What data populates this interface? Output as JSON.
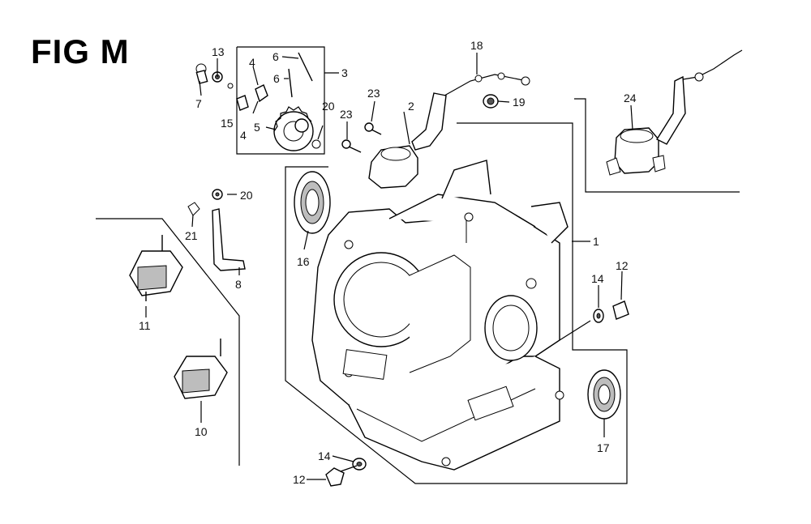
{
  "figure": {
    "title": "FIG M"
  },
  "callouts": [
    {
      "id": "c1",
      "text": "1"
    },
    {
      "id": "c2",
      "text": "2"
    },
    {
      "id": "c3",
      "text": "3"
    },
    {
      "id": "c4a",
      "text": "4"
    },
    {
      "id": "c4b",
      "text": "4"
    },
    {
      "id": "c5",
      "text": "5"
    },
    {
      "id": "c6a",
      "text": "6"
    },
    {
      "id": "c6b",
      "text": "6"
    },
    {
      "id": "c7",
      "text": "7"
    },
    {
      "id": "c8",
      "text": "8"
    },
    {
      "id": "c10",
      "text": "10"
    },
    {
      "id": "c11",
      "text": "11"
    },
    {
      "id": "c12a",
      "text": "12"
    },
    {
      "id": "c12b",
      "text": "12"
    },
    {
      "id": "c13",
      "text": "13"
    },
    {
      "id": "c14a",
      "text": "14"
    },
    {
      "id": "c14b",
      "text": "14"
    },
    {
      "id": "c15",
      "text": "15"
    },
    {
      "id": "c16",
      "text": "16"
    },
    {
      "id": "c17",
      "text": "17"
    },
    {
      "id": "c18",
      "text": "18"
    },
    {
      "id": "c19",
      "text": "19"
    },
    {
      "id": "c20a",
      "text": "20"
    },
    {
      "id": "c20b",
      "text": "20"
    },
    {
      "id": "c21",
      "text": "21"
    },
    {
      "id": "c23a",
      "text": "23"
    },
    {
      "id": "c23b",
      "text": "23"
    },
    {
      "id": "c24",
      "text": "24"
    }
  ]
}
